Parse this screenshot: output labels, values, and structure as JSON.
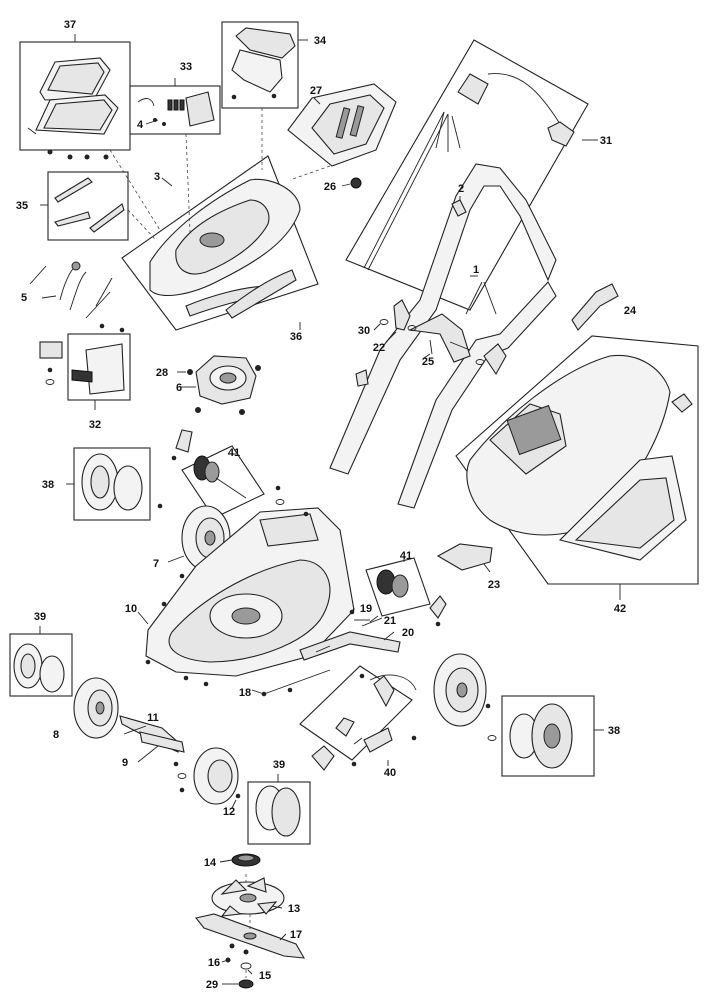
{
  "callouts": {
    "p1": "1",
    "p2": "2",
    "p3": "3",
    "p4": "4",
    "p5": "5",
    "p6": "6",
    "p7": "7",
    "p8": "8",
    "p9": "9",
    "p10": "10",
    "p11": "11",
    "p12": "12",
    "p13": "13",
    "p14": "14",
    "p15": "15",
    "p16": "16",
    "p17": "17",
    "p18": "18",
    "p19": "19",
    "p20": "20",
    "p21": "21",
    "p22": "22",
    "p23": "23",
    "p24": "24",
    "p25": "25",
    "p26": "26",
    "p27": "27",
    "p28": "28",
    "p29": "29",
    "p30": "30",
    "p31": "31",
    "p32": "32",
    "p33": "33",
    "p34": "34",
    "p35": "35",
    "p36": "36",
    "p37": "37",
    "p38a": "38",
    "p38b": "38",
    "p39a": "39",
    "p39b": "39",
    "p40": "40",
    "p41a": "41",
    "p41b": "41",
    "p42": "42"
  },
  "colors": {
    "line": "#222222",
    "fill": "#e6e6e6",
    "dark": "#333333"
  }
}
